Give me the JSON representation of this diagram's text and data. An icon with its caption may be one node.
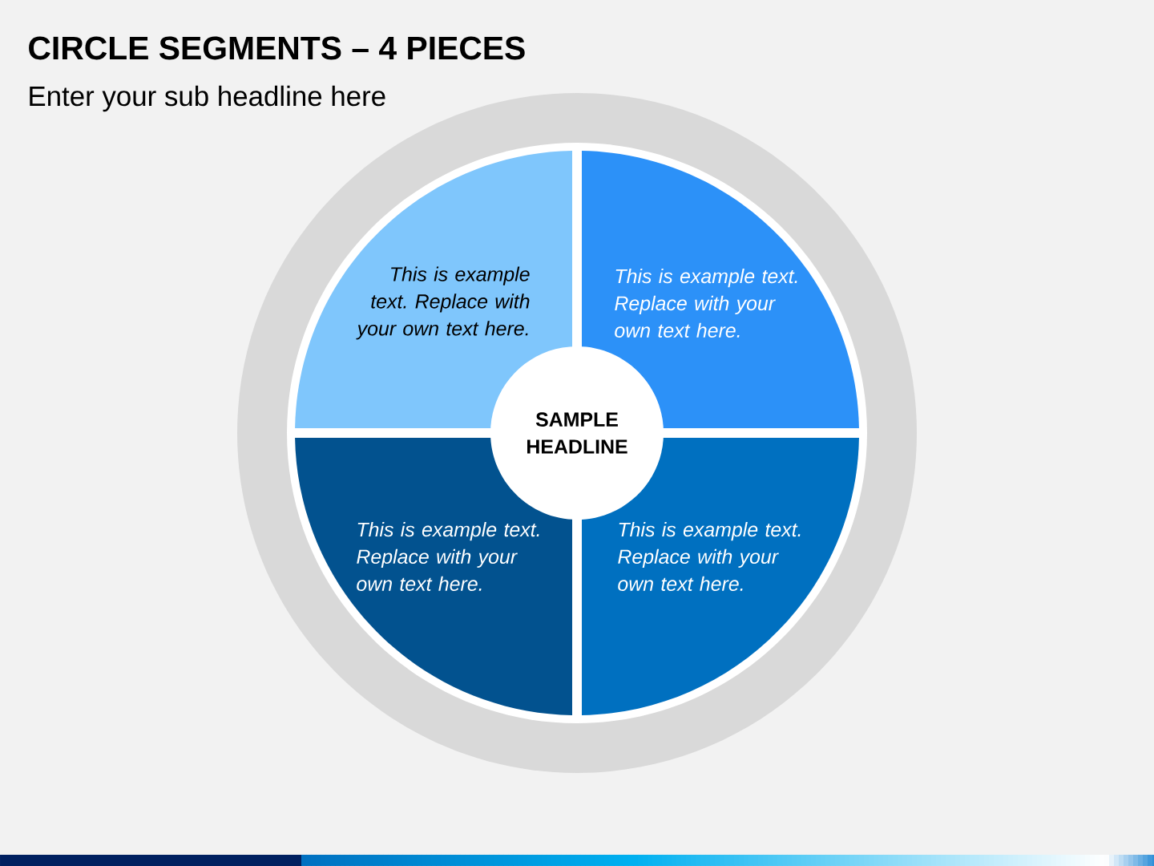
{
  "diagram": {
    "title": "CIRCLE SEGMENTS – 4 PIECES",
    "nodes": [
      {
        "text": [
          "This is example text. Replace with your own text here."
        ]
      },
      {
        "text": [
          "This is example text. Replace with your own text here."
        ]
      },
      {
        "text": [
          "SAMPLE HEADLINE"
        ]
      },
      {
        "text": [
          "This is example text. Replace with your own text here."
        ]
      },
      {
        "text": [
          "This is example text. Replace with your own text here."
        ]
      }
    ],
    "labels": [
      "Enter your sub headline here"
    ]
  }
}
